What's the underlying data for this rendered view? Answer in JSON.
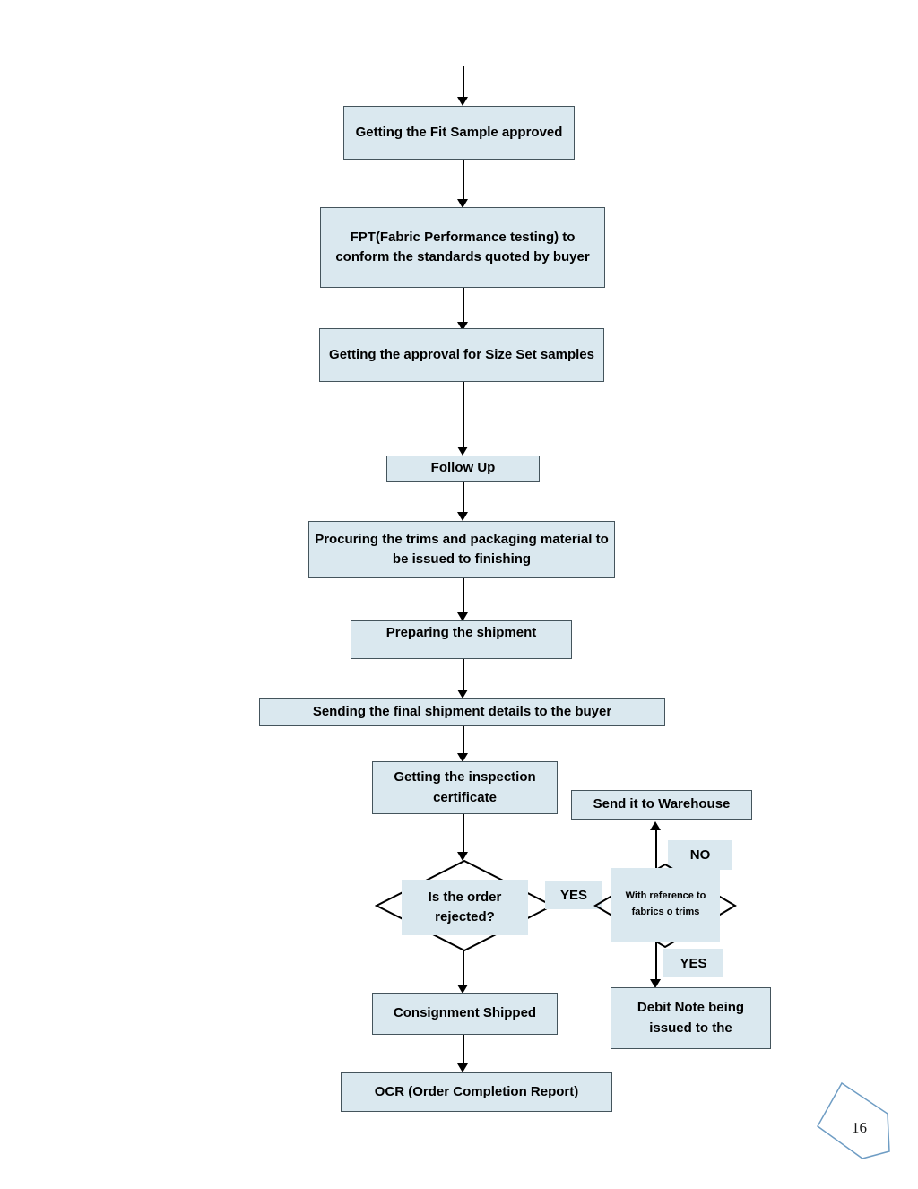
{
  "document": {
    "page_number": "16",
    "accent_fill": "#dae8ef",
    "border_color": "#44545c",
    "banner_stroke": "#6f9dc4"
  },
  "flowchart": {
    "type": "flowchart",
    "nodes": [
      {
        "id": "fit-sample",
        "shape": "process",
        "text": "Getting the Fit Sample approved"
      },
      {
        "id": "fpt",
        "shape": "process",
        "text": "FPT(Fabric Performance testing) to conform the standards quoted by buyer"
      },
      {
        "id": "size-set",
        "shape": "process",
        "text": "Getting the approval for Size Set samples"
      },
      {
        "id": "follow-up",
        "shape": "process",
        "text": "Follow Up"
      },
      {
        "id": "procure-trims",
        "shape": "process",
        "text": "Procuring the trims and packaging material to be issued to finishing"
      },
      {
        "id": "prepare-shipment",
        "shape": "process",
        "text": "Preparing the shipment"
      },
      {
        "id": "send-details",
        "shape": "process",
        "text": "Sending the final shipment details to the buyer"
      },
      {
        "id": "inspection-cert",
        "shape": "process",
        "text": "Getting the inspection certificate"
      },
      {
        "id": "order-rejected",
        "shape": "decision",
        "text": "Is the order rejected?"
      },
      {
        "id": "warehouse",
        "shape": "process",
        "text": "Send it to Warehouse"
      },
      {
        "id": "reference",
        "shape": "decision",
        "text_line1": "With reference to",
        "text_line2": "fabrics o trims"
      },
      {
        "id": "consignment",
        "shape": "process",
        "text": "Consignment Shipped"
      },
      {
        "id": "debit-note",
        "shape": "process",
        "text": "Debit Note being issued to the"
      },
      {
        "id": "ocr",
        "shape": "process",
        "text": "OCR (Order Completion Report)"
      }
    ],
    "edge_labels": {
      "rejected_yes": "YES",
      "reference_no": "NO",
      "reference_yes": "YES"
    }
  }
}
